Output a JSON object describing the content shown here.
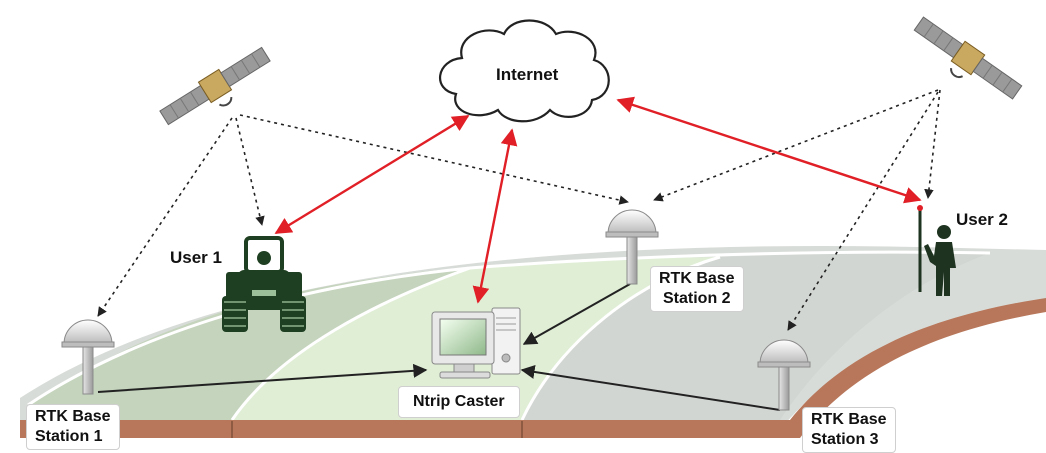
{
  "labels": {
    "internet": "Internet",
    "user1": "User 1",
    "user2": "User 2",
    "base1": [
      "RTK Base",
      "Station 1"
    ],
    "base2": [
      "RTK Base",
      "Station 2"
    ],
    "base3": [
      "RTK Base",
      "Station 3"
    ],
    "caster": "Ntrip Caster"
  },
  "colors": {
    "field_dark": "#c5d4bd",
    "field_light": "#e0eed6",
    "field_grey": "#d2d6d2",
    "road": "#d8dcd8",
    "soil": "#b8775a",
    "red_arrow": "#e01f26",
    "dark_arrow": "#222222",
    "tractor": "#1f3f22",
    "person": "#1e3320",
    "panel": "#c9a860",
    "wing": "#9a9a9a"
  },
  "icons": [
    "satellite-icon",
    "cloud-icon",
    "tractor-icon",
    "person-icon",
    "antenna-icon",
    "computer-icon"
  ]
}
